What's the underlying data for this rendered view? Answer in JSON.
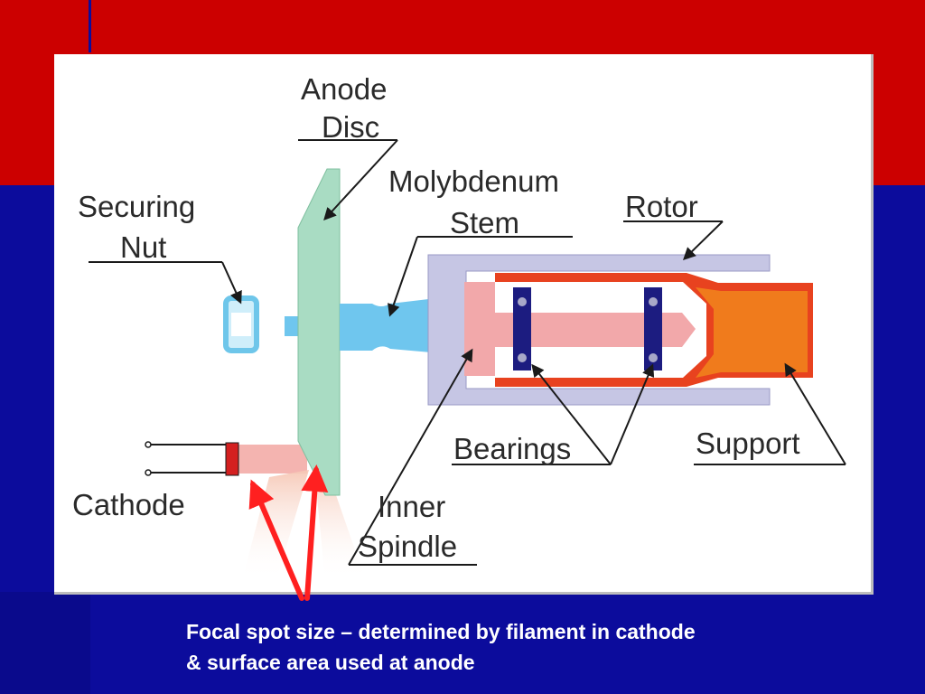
{
  "diagram": {
    "labels": {
      "anode_line1": "Anode",
      "anode_line2": "Disc",
      "moly_line1": "Molybdenum",
      "moly_line2": "Stem",
      "securing_line1": "Securing",
      "securing_line2": "Nut",
      "rotor": "Rotor",
      "bearings": "Bearings",
      "support": "Support",
      "cathode": "Cathode",
      "inner_line1": "Inner",
      "inner_line2": "Spindle"
    },
    "colors": {
      "anode_disc": "#a9dcc3",
      "moly_stem": "#6fc6ee",
      "rotor_housing": "#c6c6e4",
      "rotor_orange_outline": "#e8421f",
      "support": "#f07b1c",
      "inner_spindle": "#f2a8aa",
      "bearings": "#1c1c80",
      "cathode_cup": "#d42020",
      "indicator_arrow": "#ff2020"
    }
  },
  "caption": {
    "line1": "Focal spot size – determined by filament in cathode",
    "line2": "& surface area used at anode"
  }
}
